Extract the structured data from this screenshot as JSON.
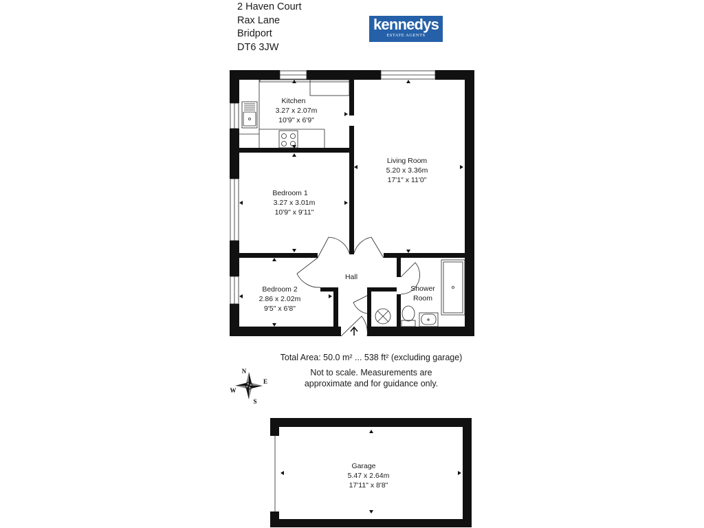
{
  "address": {
    "line1": "2 Haven Court",
    "line2": "Rax Lane",
    "line3": "Bridport",
    "line4": "DT6 3JW"
  },
  "logo": {
    "brand": "kennedys",
    "tagline": "ESTATE AGENTS",
    "color": "#2560a8"
  },
  "rooms": {
    "kitchen": {
      "name": "Kitchen",
      "metric": "3.27 x 2.07m",
      "imperial": "10'9\" x 6'9\""
    },
    "living_room": {
      "name": "Living Room",
      "metric": "5.20 x 3.36m",
      "imperial": "17'1\" x 11'0\""
    },
    "bedroom1": {
      "name": "Bedroom 1",
      "metric": "3.27 x 3.01m",
      "imperial": "10'9\" x 9'11\""
    },
    "bedroom2": {
      "name": "Bedroom 2",
      "metric": "2.86 x 2.02m",
      "imperial": "9'5\" x 6'8\""
    },
    "hall": {
      "name": "Hall"
    },
    "shower_room": {
      "name_line1": "Shower",
      "name_line2": "Room"
    },
    "garage": {
      "name": "Garage",
      "metric": "5.47 x 2.64m",
      "imperial": "17'11\" x 8'8\""
    }
  },
  "notes": {
    "total_area": "Total Area: 50.0 m² ... 538 ft² (excluding garage)",
    "disclaimer_line1": "Not to scale. Measurements are",
    "disclaimer_line2": "approximate and for guidance only."
  },
  "compass": {
    "north": "N",
    "south": "S",
    "east": "E",
    "west": "W"
  },
  "colors": {
    "wall": "#111111",
    "line": "#222222"
  },
  "icons": [
    "entrance-arrow-icon",
    "compass-rose-icon",
    "sink-icon",
    "hob-icon",
    "toilet-icon",
    "basin-icon",
    "shower-tray-icon",
    "boiler-icon"
  ]
}
